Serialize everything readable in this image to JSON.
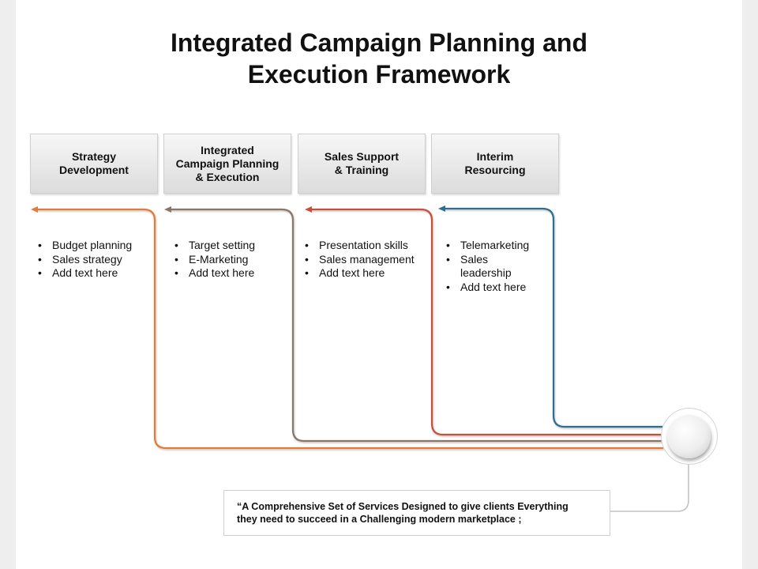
{
  "title": {
    "line1": "Integrated Campaign Planning and",
    "line2": "Execution Framework"
  },
  "columns": [
    {
      "header_line1": "Strategy",
      "header_line2": "Development",
      "header_line3": "",
      "color": "#e07b39",
      "items": [
        "Budget planning",
        "Sales strategy",
        "Add text here"
      ]
    },
    {
      "header_line1": "Integrated",
      "header_line2": "Campaign Planning",
      "header_line3": "& Execution",
      "color": "#8a7466",
      "items": [
        "Target setting",
        "E-Marketing",
        "Add text here"
      ]
    },
    {
      "header_line1": "Sales Support",
      "header_line2": "& Training",
      "header_line3": "",
      "color": "#c8503a",
      "items": [
        "Presentation skills",
        "Sales management",
        "Add text here"
      ]
    },
    {
      "header_line1": "Interim",
      "header_line2": "Resourcing",
      "header_line3": "",
      "color": "#2f6e91",
      "items": [
        "Telemarketing",
        "Sales",
        "leadership",
        "Add text here"
      ]
    }
  ],
  "quote": {
    "line1": "“A Comprehensive Set of Services Designed to give clients Everything",
    "line2": "they need to succeed in a  Challenging modern marketplace ;"
  }
}
